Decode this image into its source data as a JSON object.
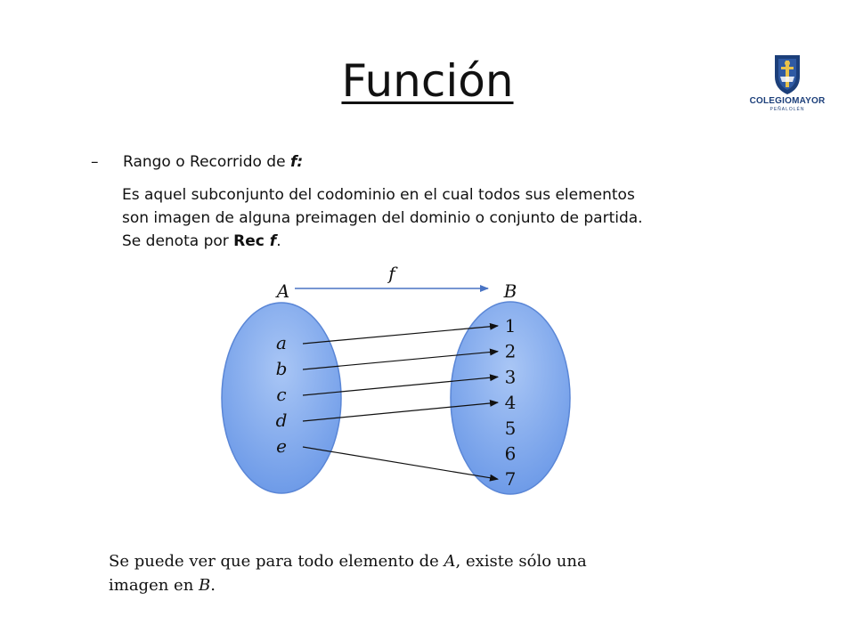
{
  "slide": {
    "title": "Función",
    "logo": {
      "name": "COLEGIOMAYOR",
      "sub": "PEÑALOLÉN"
    },
    "bullet": {
      "dash": "–",
      "prefix": "Rango o Recorrido de ",
      "var": "f:"
    },
    "paragraph": {
      "line1": "Es aquel subconjunto del codominio en el cual todos sus elementos",
      "line2": "son imagen de alguna preimagen del dominio o conjunto de partida.",
      "line3_prefix": "Se denota por ",
      "line3_bold": "Rec ",
      "line3_bold_italic": "f",
      "line3_suffix": "."
    },
    "diagram": {
      "function_label": "f",
      "set_a_label": "A",
      "set_b_label": "B",
      "set_a": [
        "a",
        "b",
        "c",
        "d",
        "e"
      ],
      "set_b": [
        "1",
        "2",
        "3",
        "4",
        "5",
        "6",
        "7"
      ],
      "mapping": [
        {
          "from": "a",
          "to": "1"
        },
        {
          "from": "b",
          "to": "2"
        },
        {
          "from": "c",
          "to": "3"
        },
        {
          "from": "d",
          "to": "4"
        },
        {
          "from": "e",
          "to": "7"
        }
      ],
      "colors": {
        "oval_fill": "#6e9be8",
        "oval_stroke": "#5a86d6",
        "arrow": "#4a74c4"
      }
    },
    "conclusion": {
      "line1_prefix": "Se puede ver que para todo elemento de ",
      "line1_var": "A",
      "line1_suffix": ", existe sólo una",
      "line2_prefix": "imagen en ",
      "line2_var": "B",
      "line2_suffix": "."
    }
  }
}
